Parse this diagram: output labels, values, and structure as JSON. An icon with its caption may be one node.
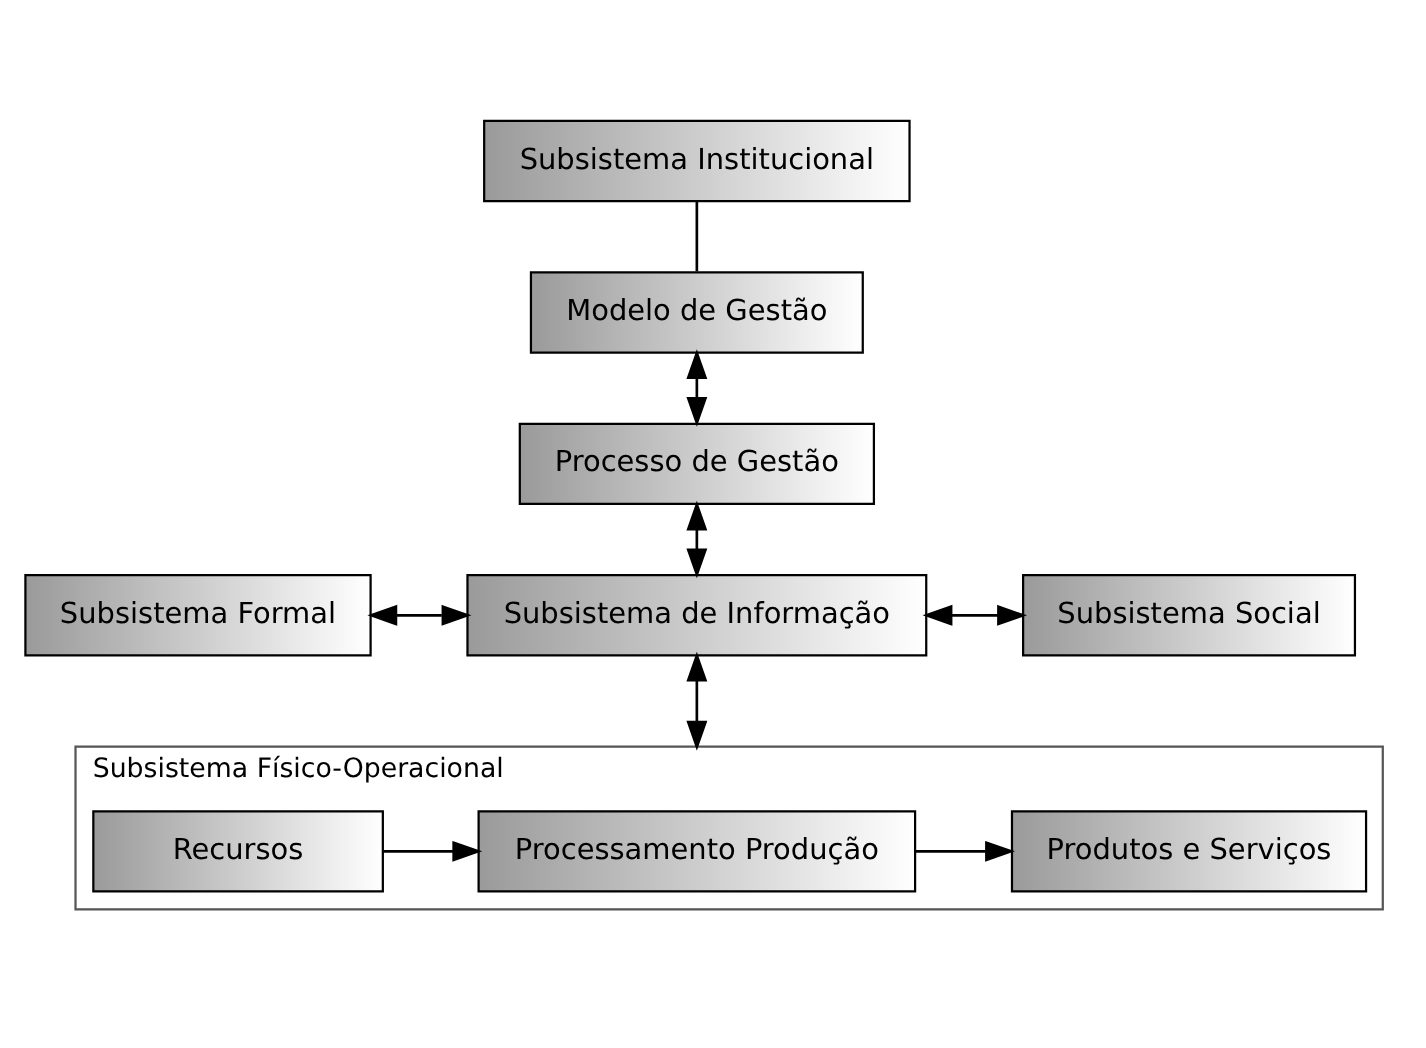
{
  "diagram": {
    "nodes": [
      {
        "text": [
          "Subsistema Institucional"
        ]
      },
      {
        "text": [
          "Modelo de Gestão"
        ]
      },
      {
        "text": [
          "Processo de Gestão"
        ]
      },
      {
        "text": [
          "Subsistema Formal"
        ]
      },
      {
        "text": [
          "Subsistema de Informação"
        ]
      },
      {
        "text": [
          "Subsistema Social"
        ]
      },
      {
        "text": [
          "Subsistema Físico-Operacional"
        ]
      },
      {
        "text": [
          "Recursos"
        ],
        "in": 6
      },
      {
        "text": [
          "Processamento Produção"
        ],
        "in": 6
      },
      {
        "text": [
          "Produtos e Serviços"
        ],
        "in": 6
      }
    ],
    "edges": [
      {
        "from": 0,
        "to": 1,
        "arrow": "none"
      },
      {
        "from": 1,
        "to": 2,
        "arrow": "both"
      },
      {
        "from": 2,
        "to": 4,
        "arrow": "both"
      },
      {
        "from": 3,
        "to": 4,
        "arrow": "both"
      },
      {
        "from": 4,
        "to": 5,
        "arrow": "both"
      },
      {
        "from": 4,
        "to": 6,
        "arrow": "both"
      },
      {
        "from": 7,
        "to": 8,
        "arrow": "to"
      },
      {
        "from": 8,
        "to": 9,
        "arrow": "to"
      }
    ]
  }
}
